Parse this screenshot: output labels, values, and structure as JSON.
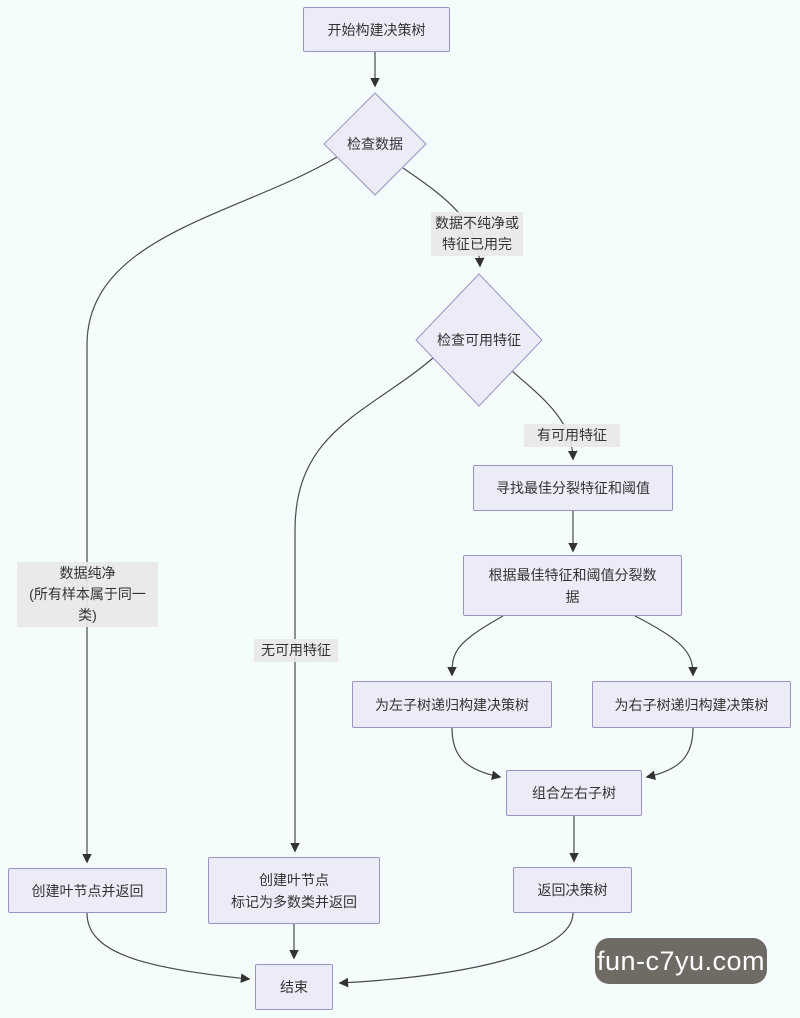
{
  "diagram": {
    "title_semantic": "decision-tree-building-flowchart",
    "theme": {
      "page_background": "#f4fcfc",
      "node_fill": "#ececf9",
      "node_border": "#9a93c4",
      "edge_color": "#4a4a4a",
      "edge_label_background": "#e8e8e8",
      "text_color": "#333333"
    }
  },
  "nodes": {
    "start": {
      "label": "开始构建决策树",
      "type": "rect"
    },
    "check_data": {
      "label": "检查数据",
      "type": "diamond"
    },
    "check_features": {
      "label": "检查可用特征",
      "type": "diamond"
    },
    "find_split": {
      "label": "寻找最佳分裂特征和阈值",
      "type": "rect"
    },
    "split_data": {
      "label": "根据最佳特征和阈值分裂数\n据",
      "type": "rect"
    },
    "left_subtree": {
      "label": "为左子树递归构建决策树",
      "type": "rect"
    },
    "right_subtree": {
      "label": "为右子树递归构建决策树",
      "type": "rect"
    },
    "combine": {
      "label": "组合左右子树",
      "type": "rect"
    },
    "leaf_return": {
      "label": "创建叶节点并返回",
      "type": "rect"
    },
    "leaf_majority": {
      "label": "创建叶节点\n标记为多数类并返回",
      "type": "rect"
    },
    "return_tree": {
      "label": "返回决策树",
      "type": "rect"
    },
    "end": {
      "label": "结束",
      "type": "rect"
    }
  },
  "edge_labels": {
    "impure": "数据不纯净或\n特征已用完",
    "pure": "数据纯净\n(所有样本属于同一类)",
    "has_features": "有可用特征",
    "no_features": "无可用特征"
  },
  "watermark": {
    "text": "fun-c7yu.com",
    "background": "#6e6a64",
    "text_color": "#ffffff"
  }
}
